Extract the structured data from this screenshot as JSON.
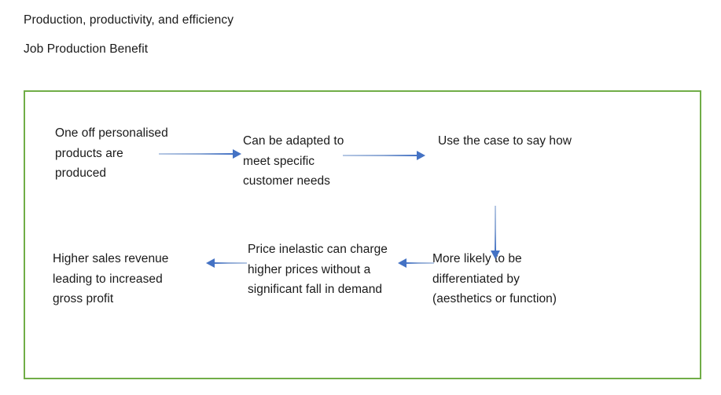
{
  "page": {
    "headings": [
      "Production, productivity, and efficiency",
      "Job Production Benefit"
    ]
  },
  "colors": {
    "box_border_green": "#70AD47",
    "arrow_blue": "#4472C4",
    "arrow_tail_light_blue": "#B6C8E4",
    "text": "#1A1A1A",
    "background": "#FFFFFF"
  },
  "diagram": {
    "title": "Job Production Benefit flow chart",
    "nodes": [
      {
        "id": "one-off",
        "lines": [
          "One off personalised",
          "products are",
          "produced"
        ]
      },
      {
        "id": "adapted",
        "lines": [
          "Can be adapted to",
          "meet specific",
          "customer needs"
        ]
      },
      {
        "id": "use-case",
        "lines": [
          "Use the case to say how"
        ]
      },
      {
        "id": "differentiated",
        "lines": [
          "More likely to be",
          "differentiated by",
          "(aesthetics or function)"
        ]
      },
      {
        "id": "price-inelastic",
        "lines": [
          "Price inelastic can charge",
          "higher prices without a",
          "significant fall in demand"
        ]
      },
      {
        "id": "higher-sales",
        "lines": [
          "Higher sales revenue",
          "leading to increased",
          "gross profit"
        ]
      }
    ],
    "arrows": [
      {
        "id": "one-off-to-adapted",
        "from": "one-off",
        "to": "adapted",
        "direction": "right"
      },
      {
        "id": "adapted-to-use-case",
        "from": "adapted",
        "to": "use-case",
        "direction": "right"
      },
      {
        "id": "use-case-to-differentiated",
        "from": "use-case",
        "to": "differentiated",
        "direction": "down"
      },
      {
        "id": "differentiated-to-price",
        "from": "differentiated",
        "to": "price-inelastic",
        "direction": "left"
      },
      {
        "id": "price-to-higher-sales",
        "from": "price-inelastic",
        "to": "higher-sales",
        "direction": "left"
      }
    ]
  }
}
